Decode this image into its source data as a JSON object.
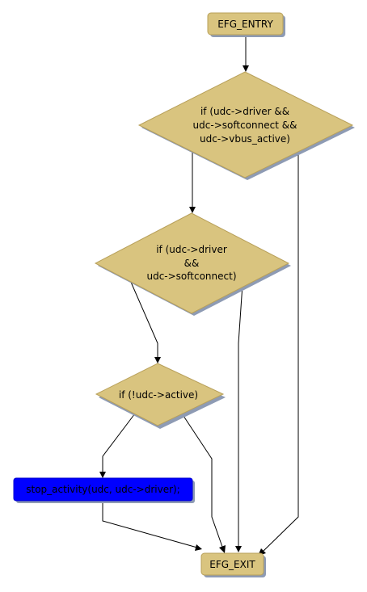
{
  "diagram": {
    "colors": {
      "node_fill": "#d9c47f",
      "node_stroke": "#b8a05a",
      "shadow": "#8e9bb4",
      "action_fill": "#0000ff",
      "edge": "#000000"
    },
    "nodes": {
      "entry": {
        "label": "EFG_ENTRY"
      },
      "cond1": {
        "lines": [
          "if (udc->driver &&",
          "udc->softconnect &&",
          "udc->vbus_active)"
        ]
      },
      "cond2": {
        "lines": [
          "if (udc->driver",
          "&&",
          "udc->softconnect)"
        ]
      },
      "cond3": {
        "lines": [
          "if (!udc->active)"
        ]
      },
      "action": {
        "label": "stop_activity(udc, udc->driver);"
      },
      "exit": {
        "label": "EFG_EXIT"
      }
    }
  }
}
